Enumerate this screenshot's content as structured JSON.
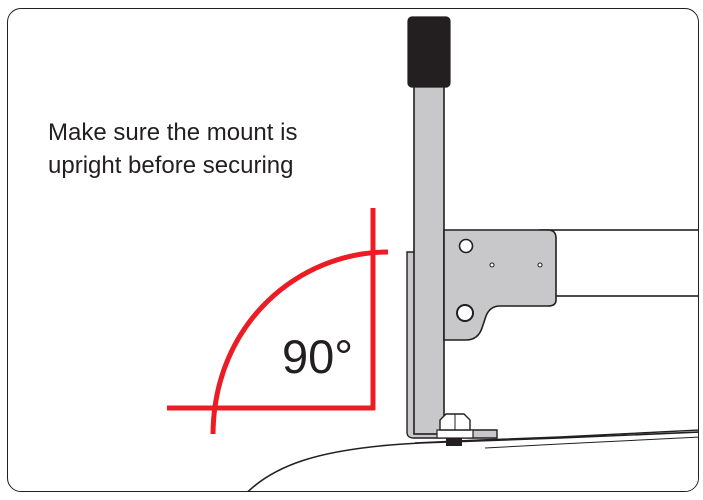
{
  "instruction": {
    "line1": "Make sure the mount is",
    "line2": "upright before securing"
  },
  "angle": {
    "label": "90°",
    "degrees": 90
  },
  "colors": {
    "angle_marker": "#ec1c24",
    "outline": "#231f20",
    "mount_metal": "#c8c8ca",
    "handle_grip": "#231f20",
    "surface": "#ffffff"
  },
  "icons": [
    "mount-post",
    "mount-bracket",
    "mount-bolt",
    "handle-grip",
    "right-angle-marker"
  ]
}
